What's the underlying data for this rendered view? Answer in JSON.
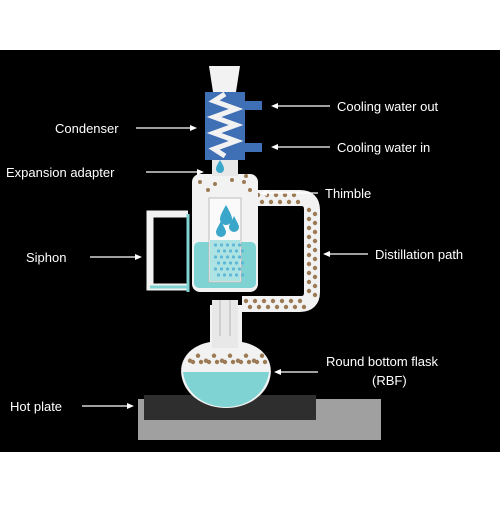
{
  "labels": {
    "cooling_out": "Cooling water out",
    "cooling_in": "Cooling water in",
    "condenser": "Condenser",
    "expansion_adapter": "Expansion adapter",
    "thimble": "Thimble",
    "siphon": "Siphon",
    "distillation_path": "Distillation path",
    "rbf_line1": "Round bottom flask",
    "rbf_line2": "(RBF)",
    "hot_plate": "Hot plate"
  },
  "colors": {
    "background": "#000000",
    "glass": "#f2f2f2",
    "glass_edge": "#cfcfcf",
    "condenser": "#3f6fb5",
    "water": "#7fd3d3",
    "drops": "#3aa6c9",
    "vapor_dots": "#9c7a55",
    "plate_dark": "#2e2e2e",
    "plate_base": "#a0a0a0",
    "label_text": "#ffffff",
    "arrow": "#ffffff"
  }
}
